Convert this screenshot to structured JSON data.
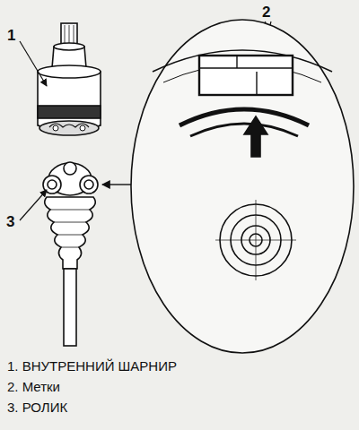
{
  "diagram": {
    "labels": [
      "1",
      "2",
      "3",
      "1. ВНУТРЕННИЙ ШАРНИР",
      "2. Метки",
      "3. РОЛИК"
    ]
  }
}
